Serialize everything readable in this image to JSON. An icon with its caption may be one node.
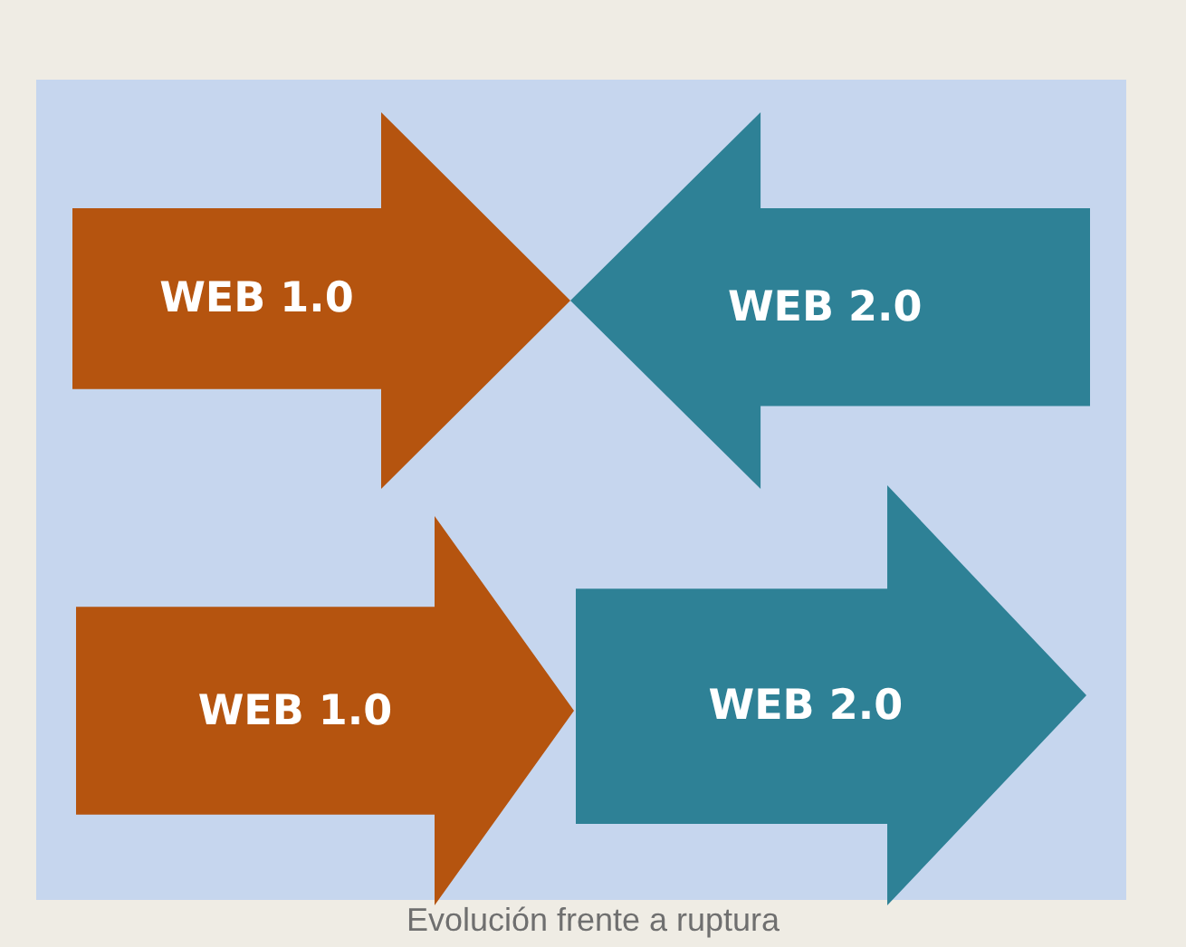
{
  "diagram": {
    "caption": "Evolución frente a ruptura",
    "nodes": [
      {
        "text": [
          "WEB 1.0"
        ]
      },
      {
        "text": [
          "WEB 2.0"
        ]
      },
      {
        "text": [
          "WEB 1.0"
        ]
      },
      {
        "text": [
          "WEB 2.0"
        ]
      }
    ]
  }
}
